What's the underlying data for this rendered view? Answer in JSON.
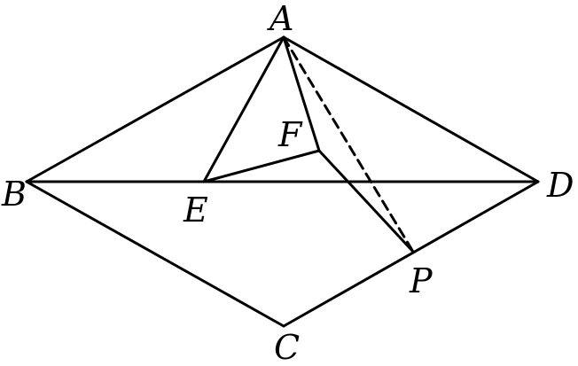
{
  "diagram": {
    "points": [
      {
        "id": "A",
        "label": "A"
      },
      {
        "id": "B",
        "label": "B"
      },
      {
        "id": "C",
        "label": "C"
      },
      {
        "id": "D",
        "label": "D"
      },
      {
        "id": "E",
        "label": "E"
      },
      {
        "id": "F",
        "label": "F"
      },
      {
        "id": "P",
        "label": "P"
      }
    ],
    "segments": [
      {
        "from": "A",
        "to": "B",
        "style": "solid"
      },
      {
        "from": "A",
        "to": "D",
        "style": "solid"
      },
      {
        "from": "B",
        "to": "C",
        "style": "solid"
      },
      {
        "from": "C",
        "to": "D",
        "style": "solid"
      },
      {
        "from": "B",
        "to": "D",
        "style": "solid"
      },
      {
        "from": "A",
        "to": "E",
        "style": "solid"
      },
      {
        "from": "E",
        "to": "F",
        "style": "solid"
      },
      {
        "from": "A",
        "to": "F",
        "style": "solid"
      },
      {
        "from": "F",
        "to": "P",
        "style": "solid"
      },
      {
        "from": "A",
        "to": "P",
        "style": "dashed"
      }
    ],
    "colors": {
      "stroke": "#000000",
      "background": "#ffffff"
    }
  }
}
